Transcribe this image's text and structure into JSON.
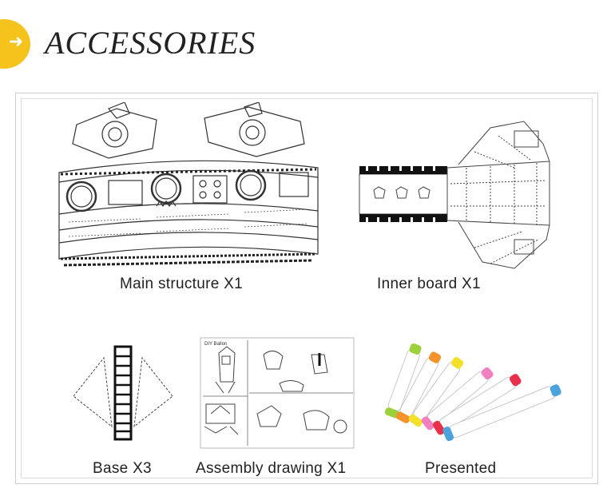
{
  "header": {
    "title": "ACCESSORIES",
    "icon": "arrow-right-icon",
    "accent_color": "#f6c21c"
  },
  "items": [
    {
      "label": "Main structure X1"
    },
    {
      "label": "Inner board X1"
    },
    {
      "label": "Base X3"
    },
    {
      "label": "Assembly drawing X1"
    },
    {
      "label": "Presented"
    }
  ],
  "marker_colors": [
    "#9bd13b",
    "#f5922b",
    "#f3e02a",
    "#f27fc0",
    "#e8304a",
    "#4aa3dc"
  ]
}
